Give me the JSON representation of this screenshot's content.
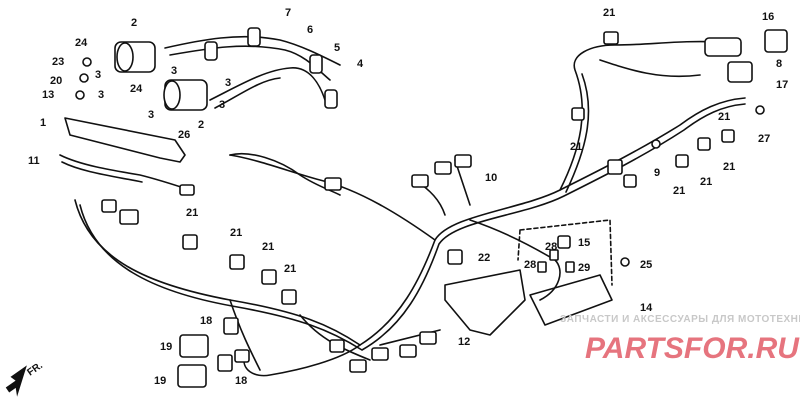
{
  "colors": {
    "ink": "#111111",
    "paper": "#ffffff",
    "watermark_red": "#e6747e",
    "watermark_grey": "#c8c8c8"
  },
  "direction_marker": {
    "text": "FR.",
    "icon": "arrow-forward-icon"
  },
  "callouts": [
    {
      "id": "c1",
      "text": "1"
    },
    {
      "id": "c2a",
      "text": "2"
    },
    {
      "id": "c2b",
      "text": "2"
    },
    {
      "id": "c3a",
      "text": "3"
    },
    {
      "id": "c3b",
      "text": "3"
    },
    {
      "id": "c3c",
      "text": "3"
    },
    {
      "id": "c3d",
      "text": "3"
    },
    {
      "id": "c3e",
      "text": "3"
    },
    {
      "id": "c3f",
      "text": "3"
    },
    {
      "id": "c4",
      "text": "4"
    },
    {
      "id": "c5",
      "text": "5"
    },
    {
      "id": "c6",
      "text": "6"
    },
    {
      "id": "c7",
      "text": "7"
    },
    {
      "id": "c8",
      "text": "8"
    },
    {
      "id": "c9",
      "text": "9"
    },
    {
      "id": "c10",
      "text": "10"
    },
    {
      "id": "c11",
      "text": "11"
    },
    {
      "id": "c12",
      "text": "12"
    },
    {
      "id": "c13",
      "text": "13"
    },
    {
      "id": "c14",
      "text": "14"
    },
    {
      "id": "c15",
      "text": "15"
    },
    {
      "id": "c16",
      "text": "16"
    },
    {
      "id": "c17",
      "text": "17"
    },
    {
      "id": "c18a",
      "text": "18"
    },
    {
      "id": "c18b",
      "text": "18"
    },
    {
      "id": "c19a",
      "text": "19"
    },
    {
      "id": "c19b",
      "text": "19"
    },
    {
      "id": "c20",
      "text": "20"
    },
    {
      "id": "c21a",
      "text": "21"
    },
    {
      "id": "c21b",
      "text": "21"
    },
    {
      "id": "c21c",
      "text": "21"
    },
    {
      "id": "c21d",
      "text": "21"
    },
    {
      "id": "c21e",
      "text": "21"
    },
    {
      "id": "c21f",
      "text": "21"
    },
    {
      "id": "c21g",
      "text": "21"
    },
    {
      "id": "c21h",
      "text": "21"
    },
    {
      "id": "c21i",
      "text": "21"
    },
    {
      "id": "c21j",
      "text": "21"
    },
    {
      "id": "c22",
      "text": "22"
    },
    {
      "id": "c23",
      "text": "23"
    },
    {
      "id": "c24a",
      "text": "24"
    },
    {
      "id": "c24b",
      "text": "24"
    },
    {
      "id": "c25",
      "text": "25"
    },
    {
      "id": "c26",
      "text": "26"
    },
    {
      "id": "c27",
      "text": "27"
    },
    {
      "id": "c28a",
      "text": "28"
    },
    {
      "id": "c28b",
      "text": "28"
    },
    {
      "id": "c29",
      "text": "29"
    }
  ],
  "watermark": {
    "tagline": "ЗАПЧАСТИ И АКСЕССУАРЫ ДЛЯ МОТОТЕХНИКИ",
    "brand": "PARTSFOR.RU"
  }
}
